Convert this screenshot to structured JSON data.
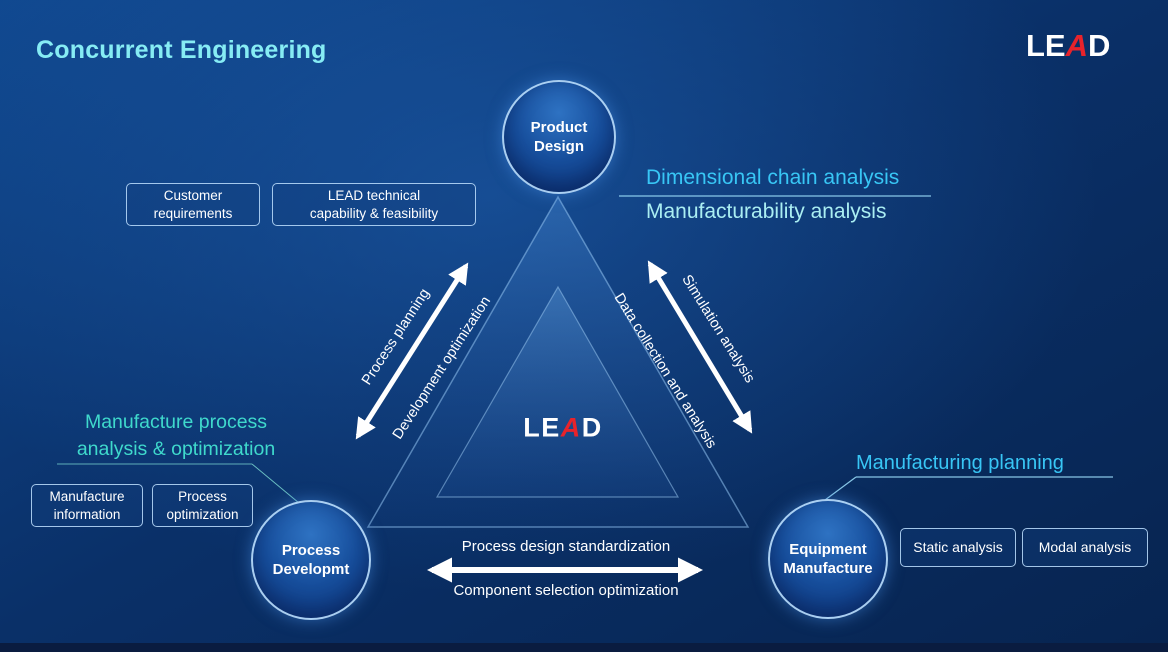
{
  "slide": {
    "title": "Concurrent Engineering",
    "logo": {
      "pre": "LE",
      "accent": "A",
      "post": "D"
    }
  },
  "center_logo": {
    "pre": "LE",
    "accent": "A",
    "post": "D"
  },
  "nodes": {
    "product_design": {
      "line1": "Product",
      "line2": "Design"
    },
    "process_development": {
      "line1": "Process",
      "line2": "Developmt"
    },
    "equipment_manufacture": {
      "line1": "Equipment",
      "line2": "Manufacture"
    }
  },
  "edge_labels": {
    "left_upper": "Process planning",
    "left_lower": "Development optimization",
    "right_upper": "Simulation analysis",
    "right_lower": "Data collection and analysis",
    "bottom_upper": "Process design standardization",
    "bottom_lower": "Component selection optimization"
  },
  "product_callout": {
    "line1": "Dimensional chain analysis",
    "line2": "Manufacturability analysis"
  },
  "inputs_boxes": {
    "customer": {
      "line1": "Customer",
      "line2": "requirements"
    },
    "lead_technical": {
      "line1": "LEAD technical",
      "line2": "capability & feasibility"
    }
  },
  "process_callout": {
    "title_line1": "Manufacture process",
    "title_line2": "analysis & optimization",
    "box1": {
      "line1": "Manufacture",
      "line2": "information"
    },
    "box2": {
      "line1": "Process",
      "line2": "optimization"
    }
  },
  "equipment_callout": {
    "title": "Manufacturing planning",
    "box1": "Static analysis",
    "box2": "Modal analysis"
  },
  "colors": {
    "title": "#86ecf4",
    "teal_heading": "#3fd9cc",
    "blue_heading": "#38c6f5",
    "pale_heading": "#aaeef2",
    "accent_red": "#e8232b",
    "arrow": "#ffffff",
    "box_border": "#bfe0ff",
    "background_top": "#10488f",
    "background_bottom": "#072450"
  }
}
